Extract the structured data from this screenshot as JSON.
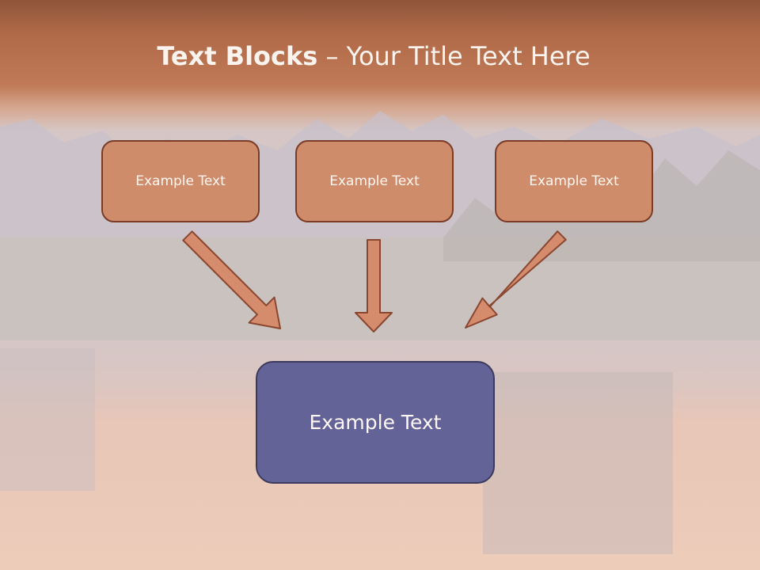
{
  "title": {
    "bold": "Text Blocks",
    "rest": " – Your Title Text Here"
  },
  "boxes": {
    "top": [
      {
        "label": "Example Text"
      },
      {
        "label": "Example Text"
      },
      {
        "label": "Example Text"
      }
    ],
    "bottom": {
      "label": "Example Text"
    }
  },
  "colors": {
    "header_band": "#b9714e",
    "small_box_fill": "#cf8c6a",
    "small_box_border": "#7a3b27",
    "big_box_fill": "#636398",
    "big_box_border": "#3c3a5c",
    "arrow_fill": "#d48c6c",
    "arrow_stroke": "#8a4630"
  }
}
